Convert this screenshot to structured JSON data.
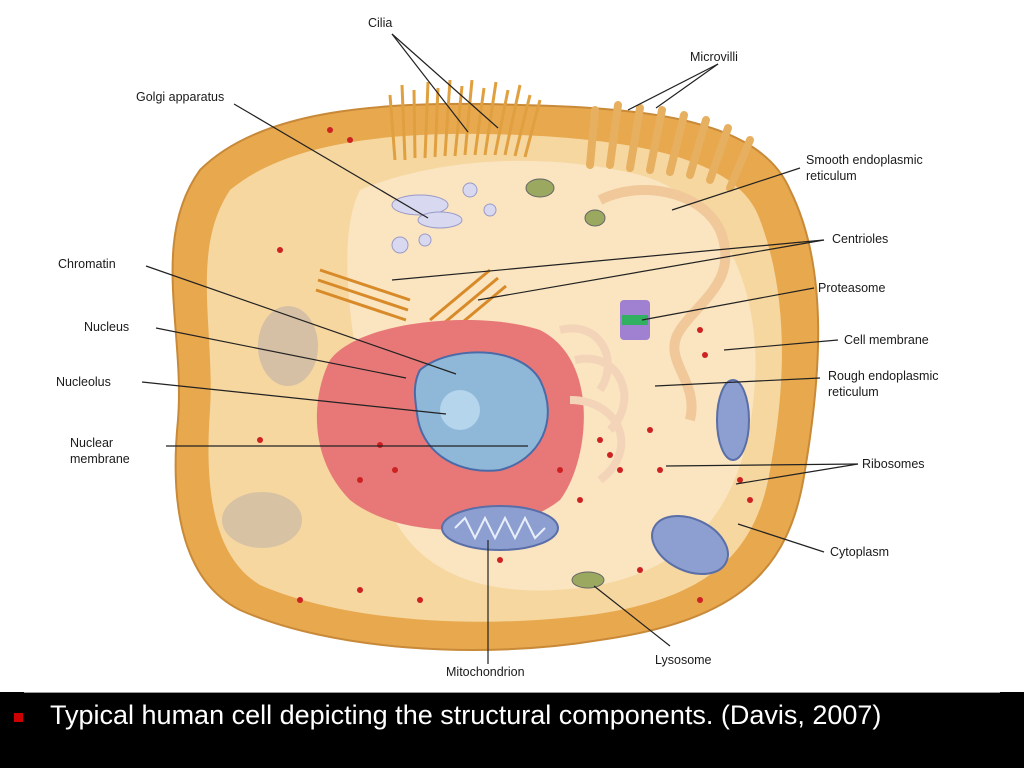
{
  "caption": {
    "text": "Typical human cell depicting the structural components. (Davis, 2007)",
    "bullet_color": "#cc0000"
  },
  "diagram": {
    "labels": {
      "cilia": "Cilia",
      "microvilli": "Microvilli",
      "golgi_apparatus": "Golgi apparatus",
      "smooth_er_line1": "Smooth endoplasmic",
      "smooth_er_line2": "reticulum",
      "centrioles": "Centrioles",
      "chromatin": "Chromatin",
      "proteasome": "Proteasome",
      "nucleus": "Nucleus",
      "cell_membrane": "Cell membrane",
      "rough_er_line1": "Rough endoplasmic",
      "rough_er_line2": "reticulum",
      "nucleolus": "Nucleolus",
      "nuclear_membrane_line1": "Nuclear",
      "nuclear_membrane_line2": "membrane",
      "ribosomes": "Ribosomes",
      "cytoplasm": "Cytoplasm",
      "mitochondrion": "Mitochondrion",
      "lysosome": "Lysosome"
    },
    "colors": {
      "cell_outer": "#e8a84e",
      "cell_inner": "#f6d7a0",
      "cytoplasm_light": "#fbe8c8",
      "nucleus_outer": "#e87878",
      "nucleus_core": "#8fb8d8",
      "ribosome_dot": "#cc2222",
      "mitochondrion": "#8c9fd0"
    }
  }
}
